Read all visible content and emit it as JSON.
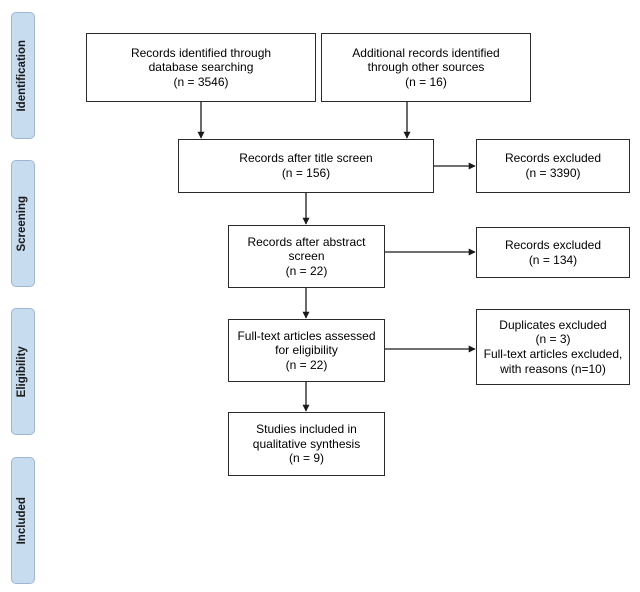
{
  "phases": {
    "identification": "Identification",
    "screening": "Screening",
    "eligibility": "Eligibility",
    "included": "Included"
  },
  "boxes": {
    "database_records": {
      "line1": "Records identified through",
      "line2": "database searching",
      "line3": "(n = 3546)"
    },
    "other_sources": {
      "line1": "Additional records identified",
      "line2": "through other sources",
      "line3": "(n = 16)"
    },
    "title_screen": {
      "line1": "Records after title screen",
      "line2": "(n = 156)"
    },
    "excluded_title": {
      "line1": "Records excluded",
      "line2": "(n = 3390)"
    },
    "abstract_screen": {
      "line1": "Records after abstract",
      "line2": "screen",
      "line3": "(n = 22)"
    },
    "excluded_abstract": {
      "line1": "Records excluded",
      "line2": "(n = 134)"
    },
    "full_text": {
      "line1": "Full-text articles assessed",
      "line2": "for eligibility",
      "line3": "(n = 22)"
    },
    "excluded_full_text": {
      "line1": "Duplicates excluded",
      "line2": "(n = 3)",
      "line3": "Full-text articles excluded,",
      "line4": "with reasons (n=10)"
    },
    "included_studies": {
      "line1": "Studies included in",
      "line2": "qualitative synthesis",
      "line3": "(n = 9)"
    }
  },
  "colors": {
    "phase_fill": "#c7dcef",
    "phase_border": "#9fb6d2",
    "box_border": "#2a2a2a",
    "arrow": "#1a1a1a"
  }
}
